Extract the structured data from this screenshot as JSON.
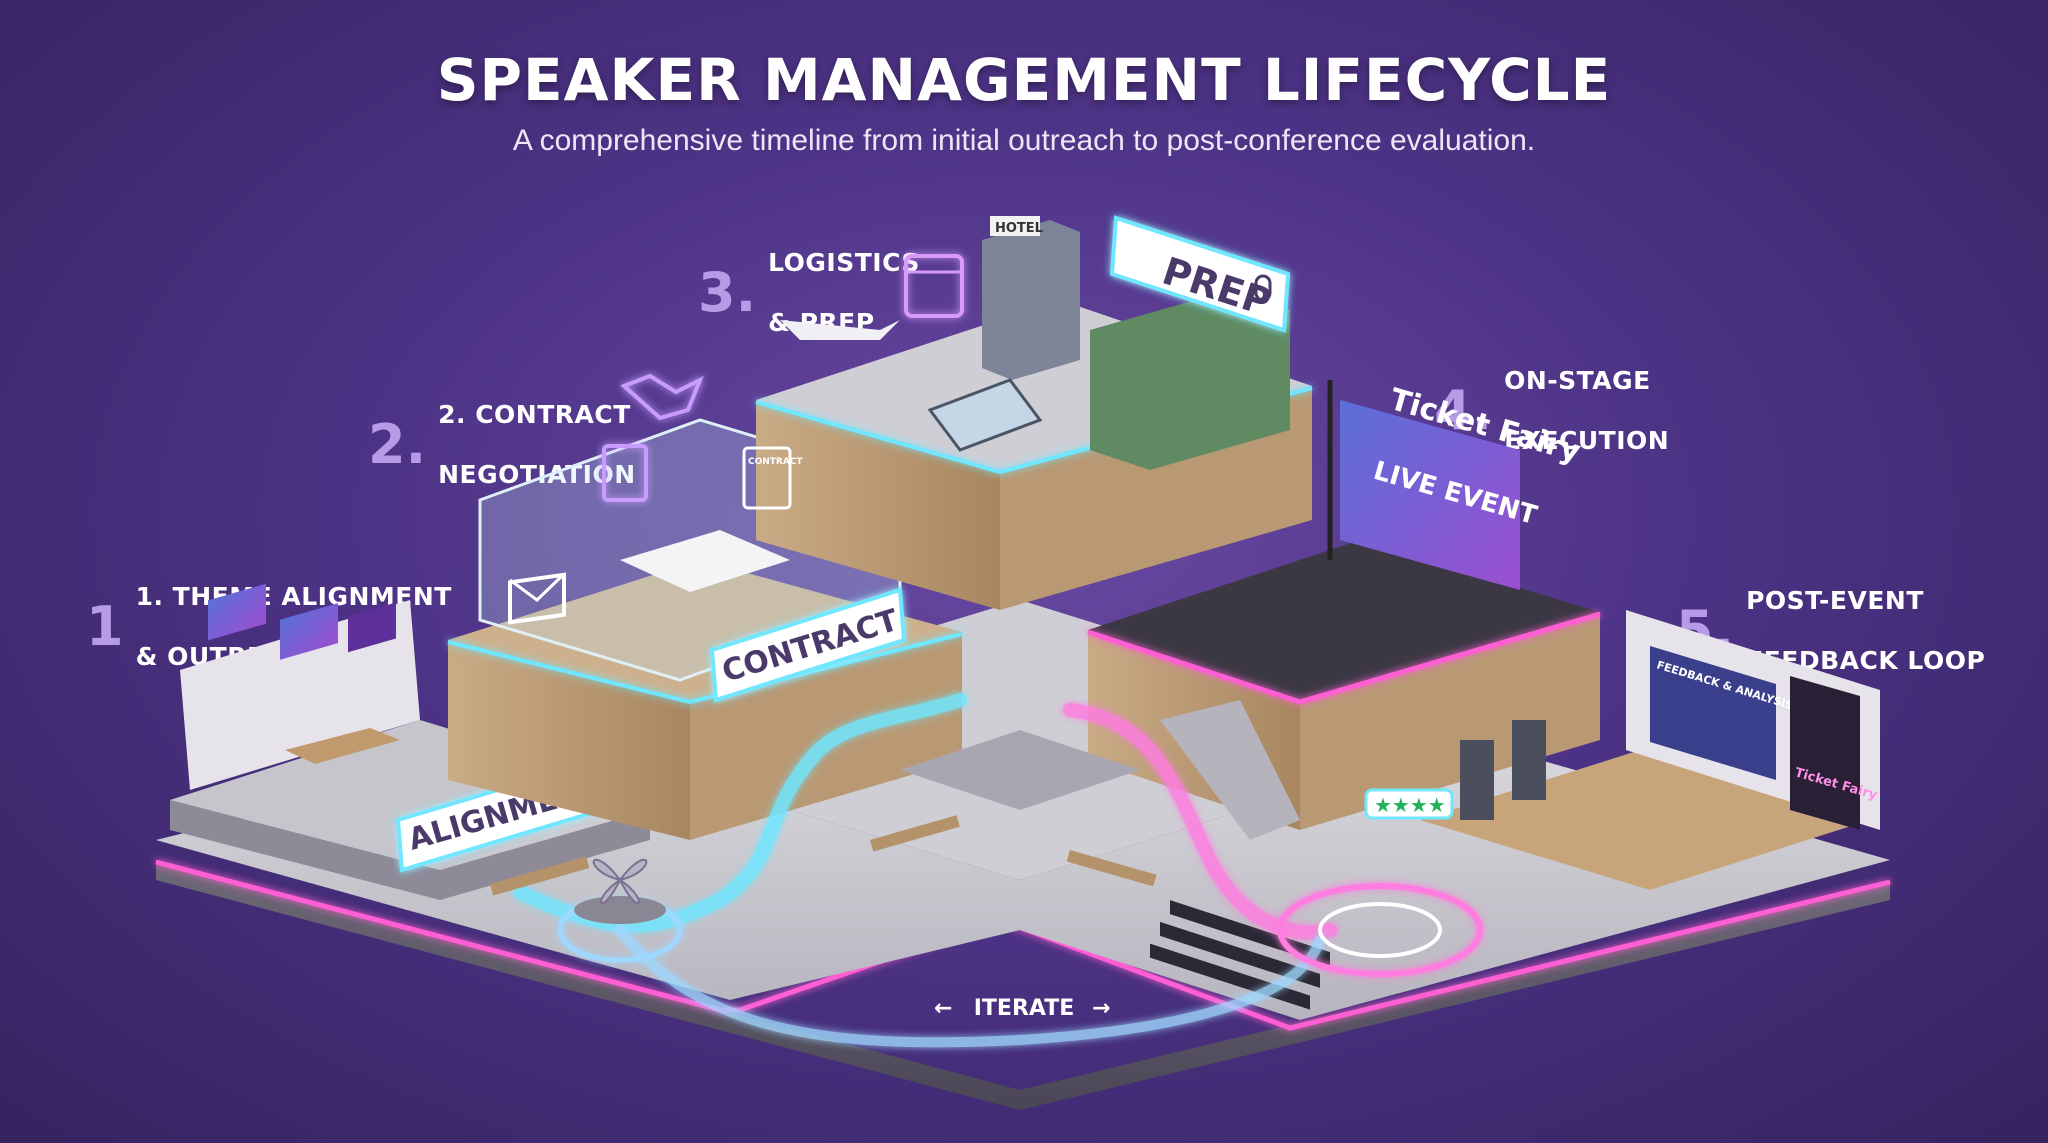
{
  "title": "SPEAKER MANAGEMENT LIFECYCLE",
  "subtitle": "A comprehensive timeline from initial outreach to post-conference evaluation.",
  "stages": [
    {
      "number": "1",
      "label_line1": "1. THEME ALIGNMENT",
      "label_line2": "& OUTREACH",
      "sign": "ALIGNMENT"
    },
    {
      "number": "2.",
      "label_line1": "2. CONTRACT",
      "label_line2": "NEGOTIATION",
      "sign": "CONTRACT"
    },
    {
      "number": "3.",
      "label_line1": "LOGISTICS",
      "label_line2": "& PREP",
      "sign": "PREP"
    },
    {
      "number": "4.",
      "label_line1": "ON-STAGE",
      "label_line2": "EXECUTION",
      "sign": "LIVE EVENT"
    },
    {
      "number": "5.",
      "label_line1": "POST-EVENT",
      "label_line2": "FEEDBACK LOOP",
      "sign": "FEEDBACK & ANALYSIS"
    }
  ],
  "scene_text": {
    "hotel": "HOTEL",
    "brand": "Ticket Fairy",
    "iterate": "ITERATE",
    "contract_doc": "CONTRACT"
  },
  "colors": {
    "background": "#4d3386",
    "accent_purple": "#b89be6",
    "neon_cyan": "#6fe7ff",
    "neon_pink": "#ff5fd2"
  }
}
